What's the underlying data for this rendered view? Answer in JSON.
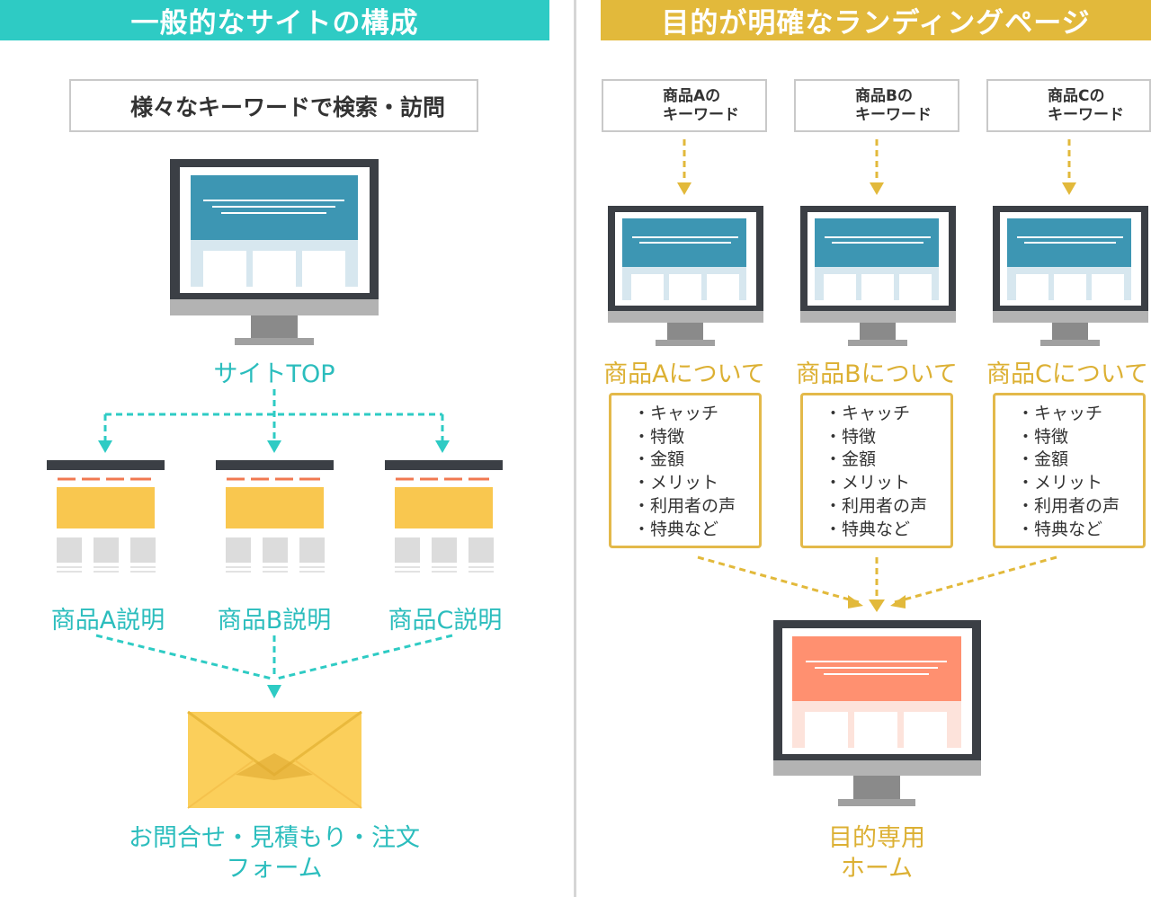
{
  "left": {
    "header": "一般的なサイトの構成",
    "search": "様々なキーワードで検索・訪問",
    "top_label": "サイトTOP",
    "pages": [
      "商品A説明",
      "商品B説明",
      "商品C説明"
    ],
    "form_label_1": "お問合せ・見積もり・注文",
    "form_label_2": "フォーム"
  },
  "right": {
    "header": "目的が明確なランディングページ",
    "searches": [
      {
        "line1": "商品Aの",
        "line2": "キーワード"
      },
      {
        "line1": "商品Bの",
        "line2": "キーワード"
      },
      {
        "line1": "商品Cの",
        "line2": "キーワード"
      }
    ],
    "product_labels": [
      "商品Aについて",
      "商品Bについて",
      "商品Cについて"
    ],
    "bullets": [
      "・キャッチ",
      "・特徴",
      "・金額",
      "・メリット",
      "・利用者の声",
      "・特典など"
    ],
    "target_label_1": "目的専用",
    "target_label_2": "ホーム"
  },
  "colors": {
    "teal": "#2ecbc4",
    "gold": "#e2b93b",
    "teal_text": "#2bbdbd",
    "gold_text": "#dcb033",
    "screen_blue": "#3d96b3",
    "screen_orange": "#ff9070",
    "page_yellow": "#f9c74f",
    "envelope": "#fbcf5b"
  },
  "icons": [
    "search-icon",
    "monitor-icon",
    "webpage-icon",
    "envelope-icon",
    "arrow-down-icon"
  ]
}
